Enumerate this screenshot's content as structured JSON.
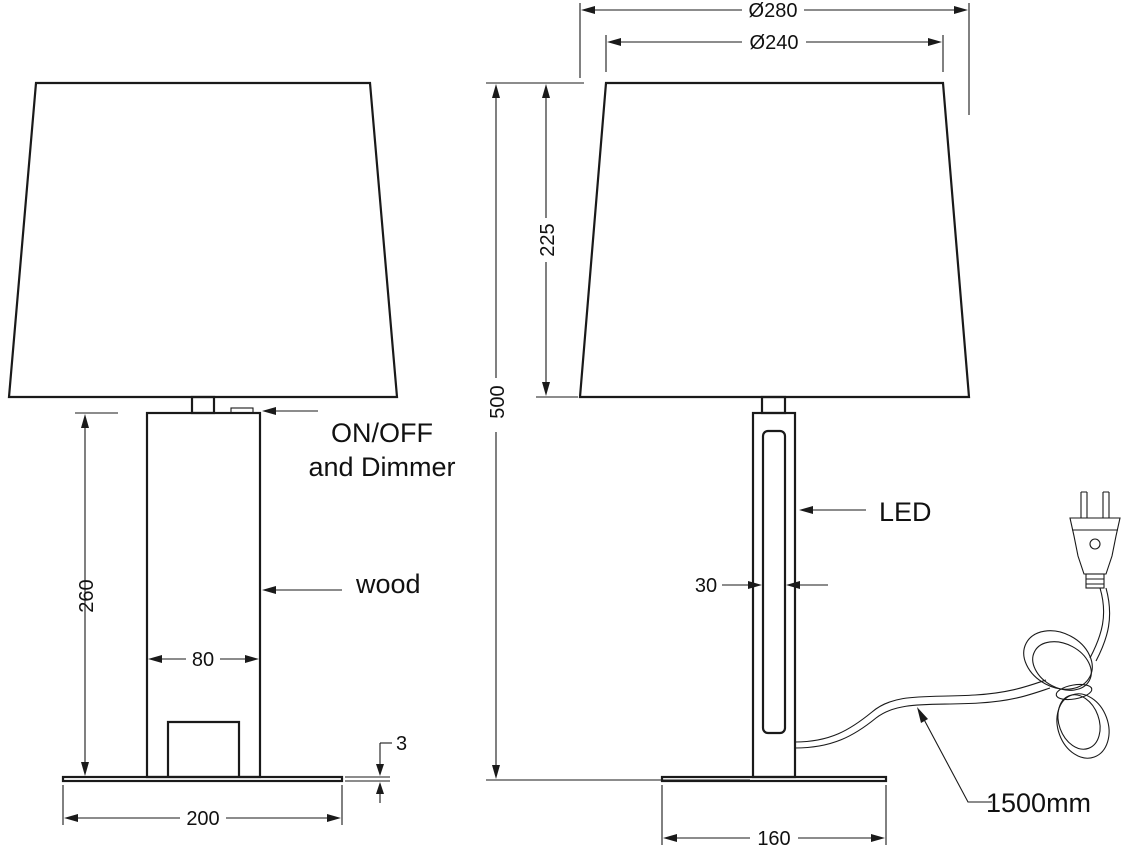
{
  "drawing": {
    "left_view": {
      "callouts": {
        "switch_line1": "ON/OFF",
        "switch_line2": "and Dimmer",
        "material": "wood"
      },
      "dimensions": {
        "base_height": "260",
        "body_width": "80",
        "plate_thickness": "3",
        "base_width": "200"
      }
    },
    "right_view": {
      "dimensions": {
        "shade_outer_diameter": "Ø280",
        "shade_inner_diameter": "Ø240",
        "shade_height": "225",
        "total_height": "500",
        "led_strip_width": "30",
        "base_width": "160"
      },
      "callouts": {
        "led": "LED",
        "cable": "1500mm"
      }
    }
  }
}
